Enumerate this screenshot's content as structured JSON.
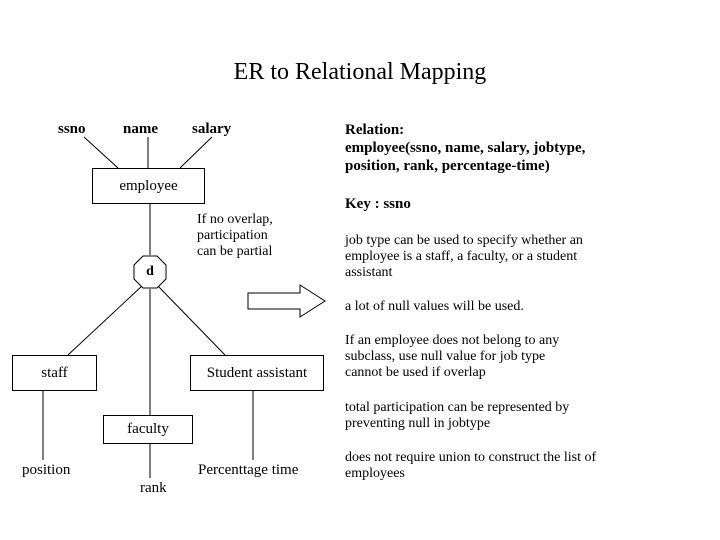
{
  "slide": {
    "title": "ER to Relational Mapping",
    "background_color": "#ffffff",
    "ink_color": "#000000"
  },
  "diagram": {
    "superclass_attributes": [
      {
        "label": "ssno"
      },
      {
        "label": "name"
      },
      {
        "label": "salary"
      }
    ],
    "entity_box": {
      "label": "employee"
    },
    "specialization": {
      "symbol": "d",
      "meaning": "disjoint"
    },
    "overlap_note": "If no overlap,\nparticipation\ncan be partial",
    "overlap_note_lines": [
      "If no overlap,",
      "participation",
      "can be partial"
    ],
    "subclass_boxes": [
      {
        "label": "staff"
      },
      {
        "label": "Student assistant"
      },
      {
        "label": "faculty"
      }
    ],
    "subclass_attributes": [
      {
        "label": "position"
      },
      {
        "label": "rank"
      },
      {
        "label": "Percenttage time"
      }
    ],
    "arrow": {
      "name": "block-arrow-right",
      "direction": "right"
    }
  },
  "notes": {
    "relation_heading": "Relation:",
    "relation_line1": "employee(ssno, name, salary, jobtype,",
    "relation_line2": "position, rank, percentage-time)",
    "key_line": "Key :   ssno",
    "note_jobtype_l1": "job type can be used to specify whether an",
    "note_jobtype_l2": "employee is a staff, a faculty, or a student",
    "note_jobtype_l3": "assistant",
    "note_nulls": "a lot of null values will be used.",
    "note_subclass_l1": "If an employee does not belong to any",
    "note_subclass_l2": "subclass, use null value for job type",
    "note_subclass_l3": "cannot be used if overlap",
    "note_total_l1": "total participation can be represented by",
    "note_total_l2": "preventing null in jobtype",
    "note_union_l1": "does not require union to construct the list of",
    "note_union_l2": "employees"
  }
}
